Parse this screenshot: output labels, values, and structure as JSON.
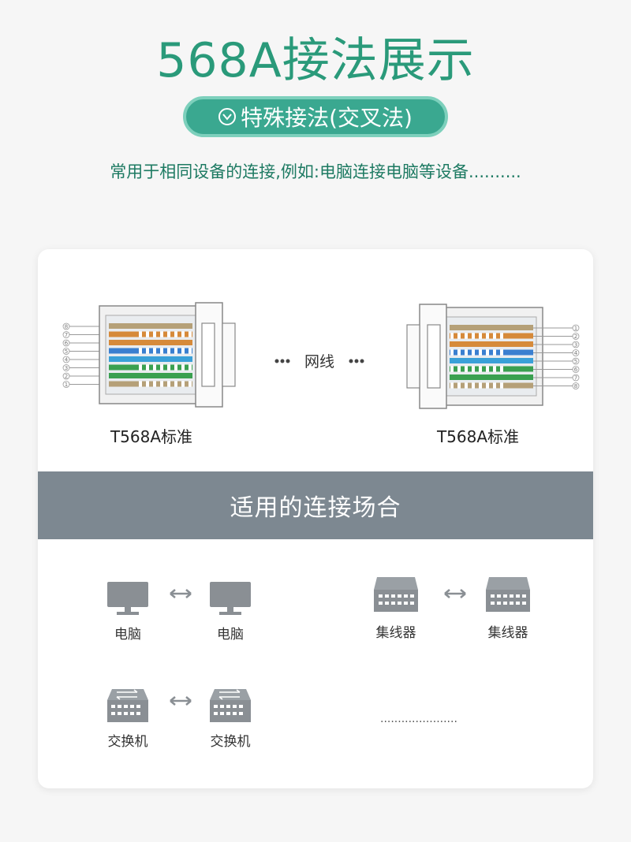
{
  "title": "568A接法展示",
  "badge": {
    "icon": "chevron-down-circle-icon",
    "label": "特殊接法(交叉法)"
  },
  "subtitle": "常用于相同设备的连接,例如:电脑连接电脑等设备..........",
  "diagram": {
    "left_caption": "T568A标准",
    "right_caption": "T568A标准",
    "cable_label": "网线",
    "left_pins": [
      "8",
      "7",
      "6",
      "5",
      "4",
      "3",
      "2",
      "1"
    ],
    "right_pins": [
      "1",
      "2",
      "3",
      "4",
      "5",
      "6",
      "7",
      "8"
    ]
  },
  "section_title": "适用的连接场合",
  "pairs": [
    {
      "a": "电脑",
      "b": "电脑",
      "icon": "monitor-icon"
    },
    {
      "a": "集线器",
      "b": "集线器",
      "icon": "hub-icon"
    },
    {
      "a": "交换机",
      "b": "交换机",
      "icon": "switch-icon"
    }
  ],
  "more": "......................",
  "colors": {
    "brand": "#2a9a7a",
    "pill": "#3aa890",
    "band": "#7d8891",
    "icon": "#8a8f94"
  }
}
